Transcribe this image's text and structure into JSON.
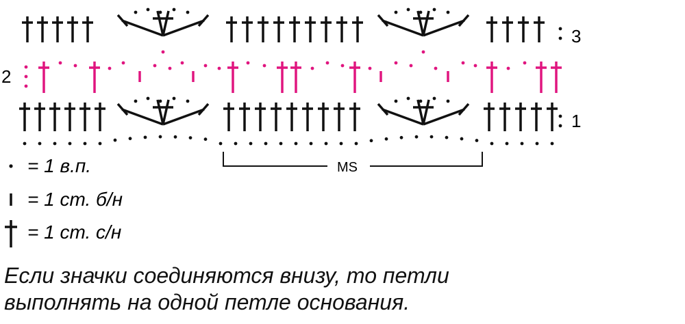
{
  "colors": {
    "ink": "#111111",
    "accent": "#e0157f"
  },
  "row_labels": {
    "row1": "1",
    "row2": "2",
    "row3": "3"
  },
  "repeat_label": "MS",
  "legend": [
    {
      "symbol": "chain-icon",
      "text": "= 1 в.п."
    },
    {
      "symbol": "single-crochet-icon",
      "text": "= 1 ст. б/н"
    },
    {
      "symbol": "double-crochet-icon",
      "text": "= 1 ст. с/н"
    }
  ],
  "note": {
    "line1": "Если значки соединяются внизу, то петли",
    "line2": "выполнять на одной петле основания."
  }
}
